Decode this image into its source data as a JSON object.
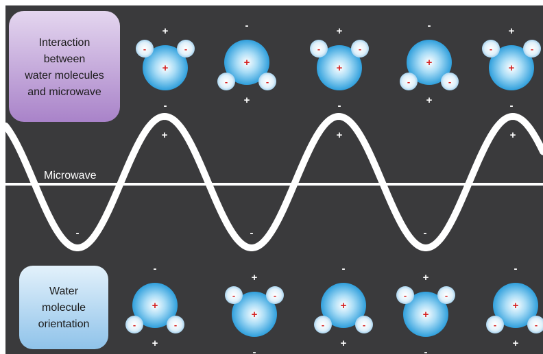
{
  "colors": {
    "background": "#3a3a3c",
    "wave": "#ffffff",
    "top_box": "#b89ad0",
    "bottom_box": "#a9d0ec",
    "oxygen": "#2f9fdc",
    "hydrogen": "#cfe8f7",
    "charge_text": "#d42020"
  },
  "top_box": {
    "lines": [
      "Interaction",
      "between",
      "water molecules",
      "and microwave"
    ]
  },
  "bottom_box": {
    "lines": [
      "Water",
      "molecule",
      "orientation"
    ]
  },
  "wave": {
    "label": "Microwave",
    "crest_sign": "+",
    "trough_sign": "-"
  },
  "molecule_symbols": {
    "oxygen": "+",
    "hydrogen": "-"
  },
  "top_molecules": [
    {
      "orientation": "hydrogens-up",
      "top_sign": "+",
      "bottom_sign": "-"
    },
    {
      "orientation": "hydrogens-down",
      "top_sign": "-",
      "bottom_sign": "+"
    },
    {
      "orientation": "hydrogens-up",
      "top_sign": "+",
      "bottom_sign": "-"
    },
    {
      "orientation": "hydrogens-down",
      "top_sign": "-",
      "bottom_sign": "+"
    },
    {
      "orientation": "hydrogens-up",
      "top_sign": "+",
      "bottom_sign": "-"
    }
  ],
  "bottom_molecules": [
    {
      "orientation": "hydrogens-down",
      "top_sign": "-",
      "bottom_sign": "+"
    },
    {
      "orientation": "hydrogens-up",
      "top_sign": "+",
      "bottom_sign": "-"
    },
    {
      "orientation": "hydrogens-down",
      "top_sign": "-",
      "bottom_sign": "+"
    },
    {
      "orientation": "hydrogens-up",
      "top_sign": "+",
      "bottom_sign": "-"
    },
    {
      "orientation": "hydrogens-down",
      "top_sign": "-",
      "bottom_sign": "+"
    }
  ]
}
